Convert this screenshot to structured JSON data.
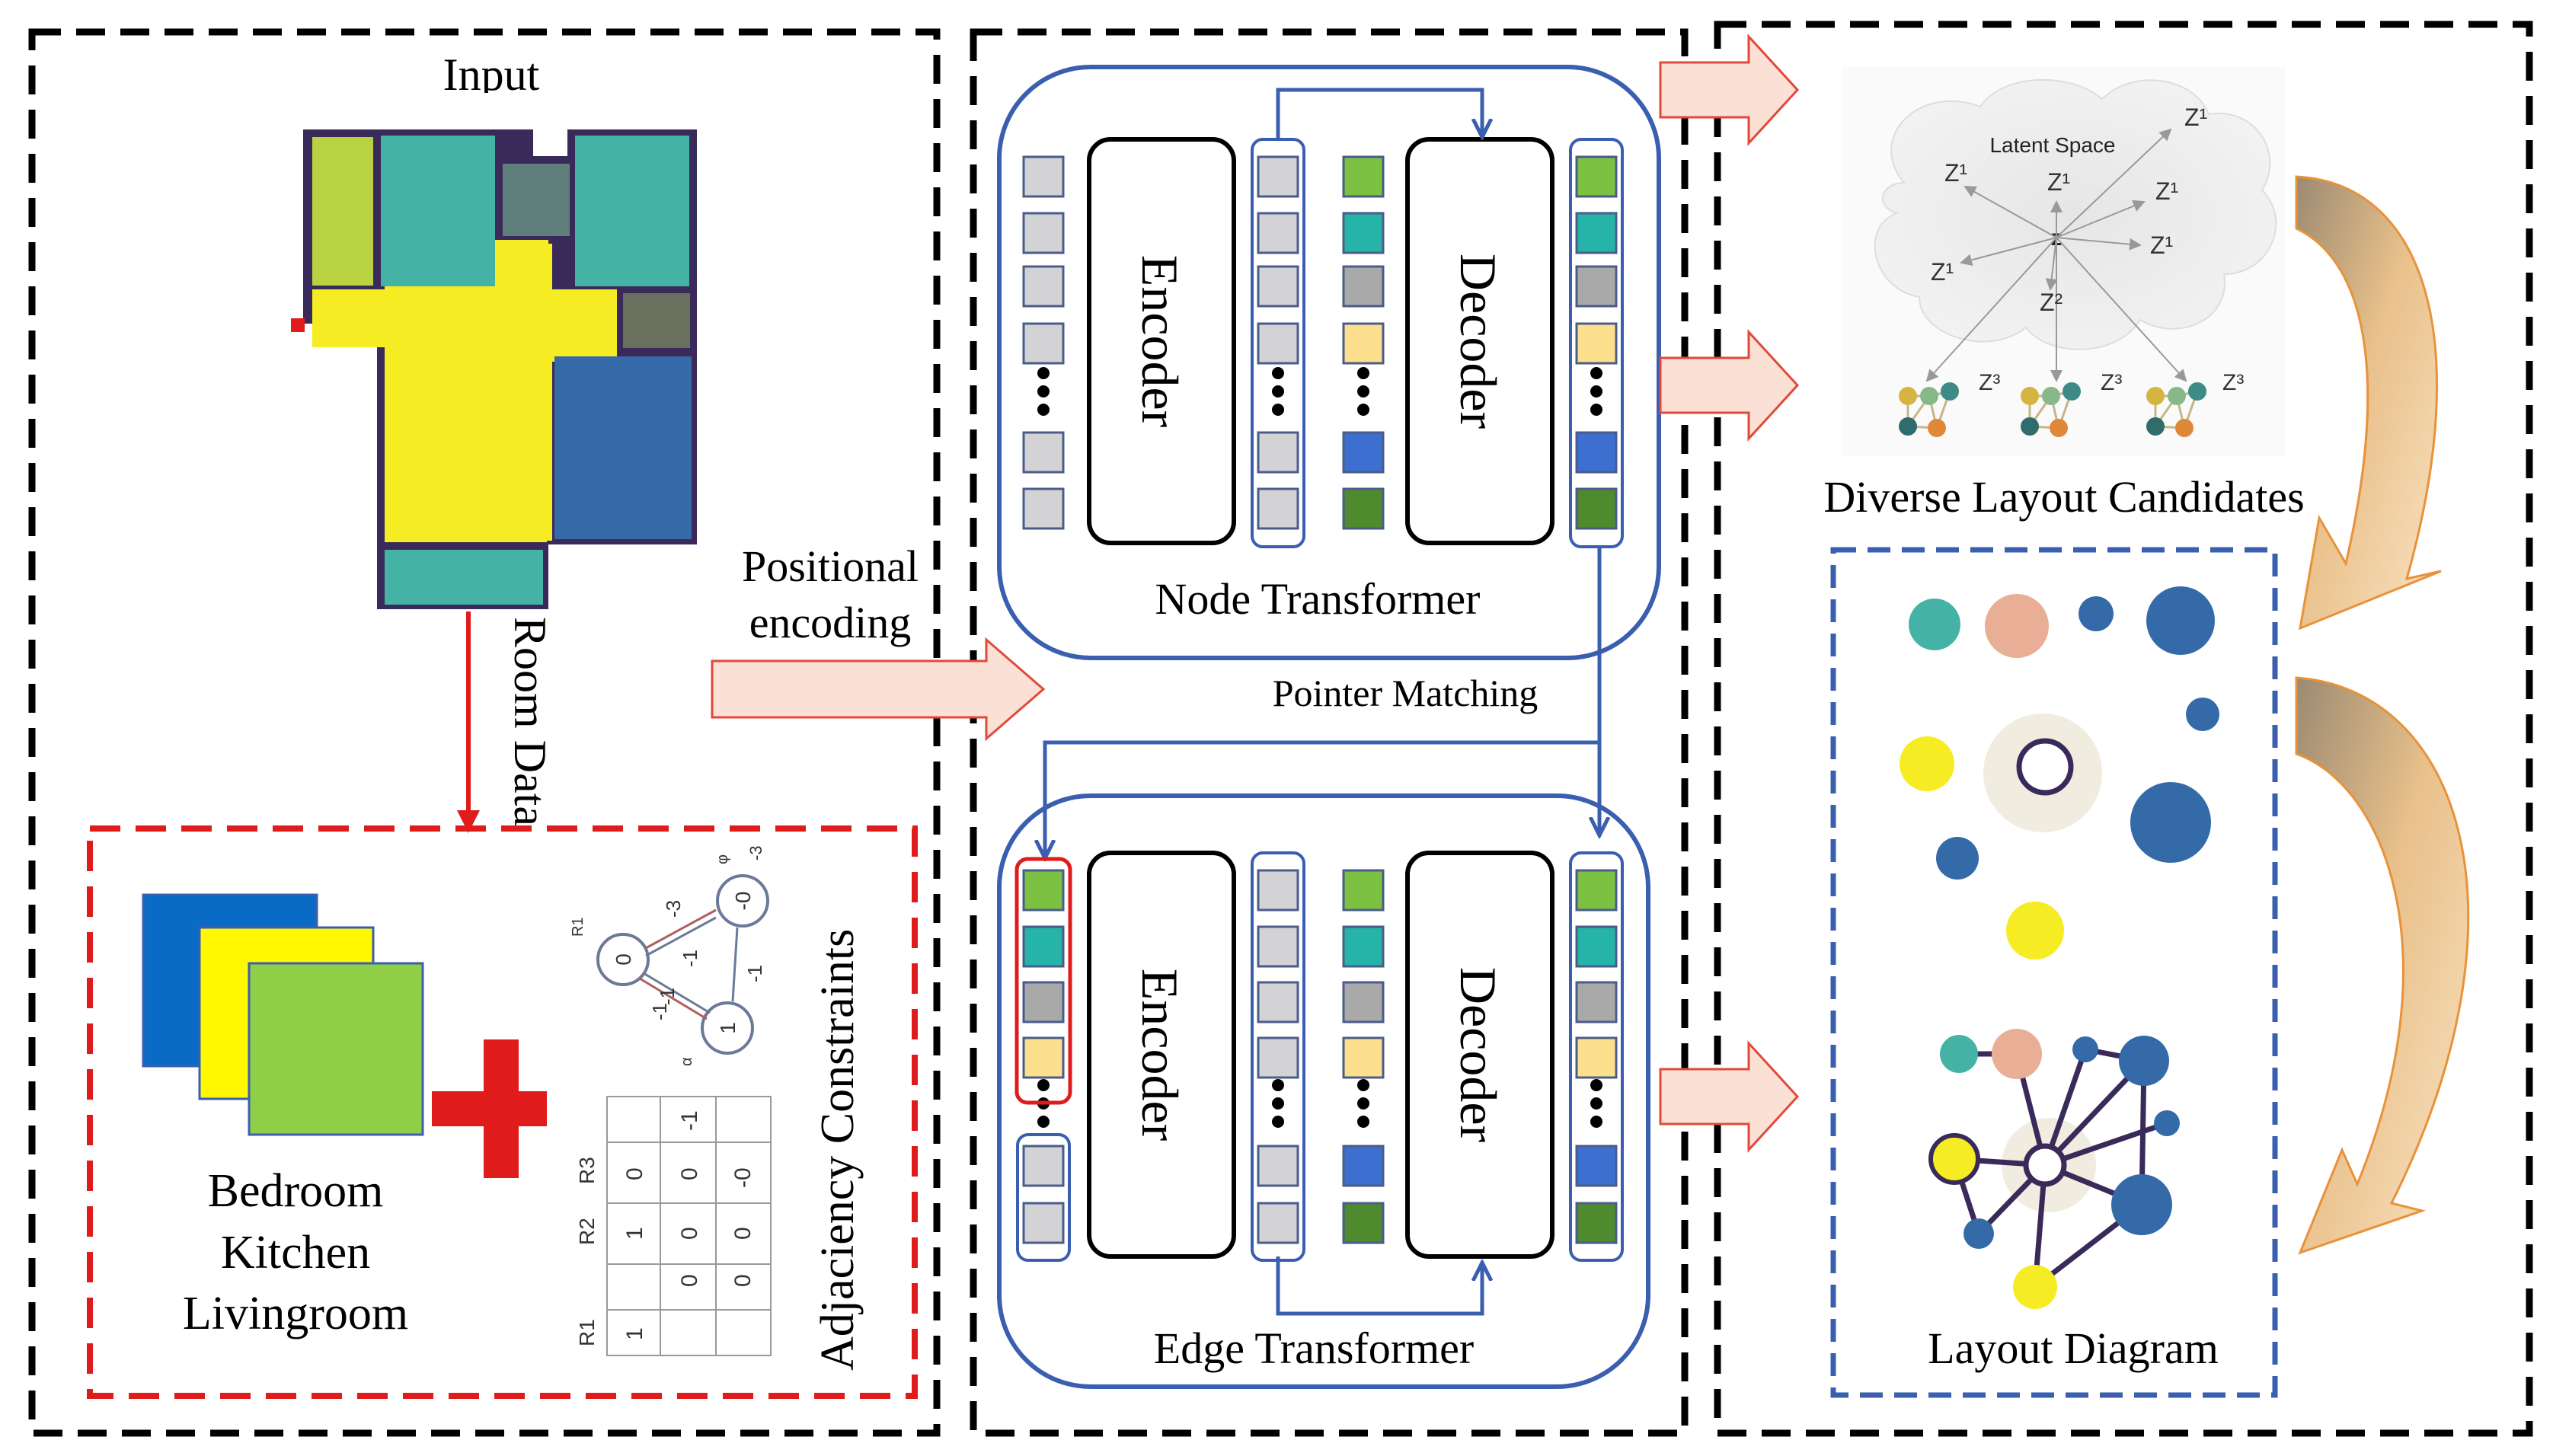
{
  "input": {
    "title": "Input",
    "room_data_label": "Room Data"
  },
  "room_types": [
    "Bedroom",
    "Kitchen",
    "Livingroom"
  ],
  "adjacency": {
    "label": "Adjaciency Constraints",
    "graph_nodes": [
      "0",
      "-0",
      "1"
    ],
    "edge_labels": [
      "-3",
      "-1",
      "-1",
      "-1",
      "-1"
    ],
    "angle_labels": [
      "R1",
      "α",
      "φ",
      "-3"
    ],
    "row_labels": [
      "R1",
      "R2",
      "R3"
    ],
    "rows": [
      [
        "1",
        "0",
        "0"
      ],
      [
        "1",
        "0",
        "0"
      ],
      [
        "0",
        "0",
        "-0"
      ],
      [
        "",
        "-1",
        ""
      ]
    ]
  },
  "positional_encoding": {
    "line1": "Positional",
    "line2": "encoding"
  },
  "node_transformer": {
    "label": "Node Transformer",
    "encoder_label": "Encoder",
    "decoder_label": "Decoder"
  },
  "pointer_matching": "Pointer Matching",
  "edge_transformer": {
    "label": "Edge Transformer",
    "encoder_label": "Encoder",
    "decoder_label": "Decoder"
  },
  "latent": {
    "title": "Latent Space",
    "z": "z",
    "z_labels": [
      "Z¹",
      "Z¹",
      "Z¹",
      "Z¹",
      "Z¹",
      "Z¹",
      "Z²",
      "Z³",
      "Z³",
      "Z³"
    ]
  },
  "diverse_label": "Diverse Layout Candidates",
  "layout_diagram_label": "Layout Diagram",
  "token_colors": [
    "#7cc142",
    "#26b3a8",
    "#a9a9a9",
    "#fde08e",
    "#3d6fd0",
    "#4f8a2f"
  ],
  "colors": {
    "panel_border": "#000000",
    "blue_frame": "#3a5fb0",
    "red_frame": "#e01b1b",
    "big_arrow_fill": "#fbe0d6",
    "big_arrow_stroke": "#e04a3a",
    "curved_arrow_fill": "#f8d7a5",
    "floor_yellow": "#f6ec23",
    "floor_teal": "#44b3a6",
    "floor_blue": "#356aa8",
    "floor_lime": "#b8d241"
  }
}
